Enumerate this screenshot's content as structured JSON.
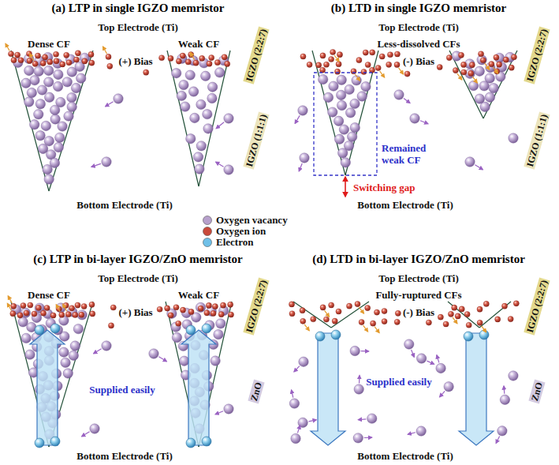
{
  "diagram": {
    "nodes": [
      {
        "text": [
          "(a) LTP in single IGZO memristor"
        ]
      },
      {
        "text": [
          "Top Electrode (Ti)"
        ],
        "in": 0
      },
      {
        "text": [
          "IGZO (2:2:7)"
        ],
        "in": 0
      },
      {
        "text": [
          "IGZO (1:1:1)"
        ],
        "in": 0
      },
      {
        "text": [
          "Bottom Electrode (Ti)"
        ],
        "in": 0
      },
      {
        "text": [
          "(b) LTD in single IGZO memristor"
        ]
      },
      {
        "text": [
          "Top Electrode (Ti)"
        ],
        "in": 5
      },
      {
        "text": [
          "IGZO (2:2:7)"
        ],
        "in": 5
      },
      {
        "text": [
          "IGZO (1:1:1)"
        ],
        "in": 5
      },
      {
        "text": [
          "Bottom Electrode (Ti)"
        ],
        "in": 5
      },
      {
        "text": [
          "(c) LTP in bi-layer IGZO/ZnO memristor"
        ]
      },
      {
        "text": [
          "Top Electrode (Ti)"
        ],
        "in": 10
      },
      {
        "text": [
          "IGZO (2:2:7)"
        ],
        "in": 10
      },
      {
        "text": [
          "ZnO"
        ],
        "in": 10
      },
      {
        "text": [
          "Bottom Electrode (Ti)"
        ],
        "in": 10
      },
      {
        "text": [
          "(d) LTD in bi-layer IGZO/ZnO memristor"
        ]
      },
      {
        "text": [
          "Top Electrode (Ti)"
        ],
        "in": 15
      },
      {
        "text": [
          "IGZO (2:2:7)"
        ],
        "in": 15
      },
      {
        "text": [
          "ZnO"
        ],
        "in": 15
      },
      {
        "text": [
          "Bottom Electrode (Ti)"
        ],
        "in": 15
      }
    ],
    "labels": [
      "Dense CF",
      "Weak CF",
      "(+) Bias",
      "Less-dissolved CFs",
      "(-) Bias",
      "Remained weak CF",
      "Switching gap",
      "Dense CF",
      "Weak CF",
      "(+) Bias",
      "Supplied easily",
      "Fully-ruptured CFs",
      "(-) Bias",
      "Supplied easily"
    ],
    "legend": [
      {
        "text": "Oxygen vacancy",
        "color": "#b7a0cc"
      },
      {
        "text": "Oxygen ion",
        "color": "#c9493a"
      },
      {
        "text": "Electron",
        "color": "#6fc0e8"
      }
    ]
  }
}
